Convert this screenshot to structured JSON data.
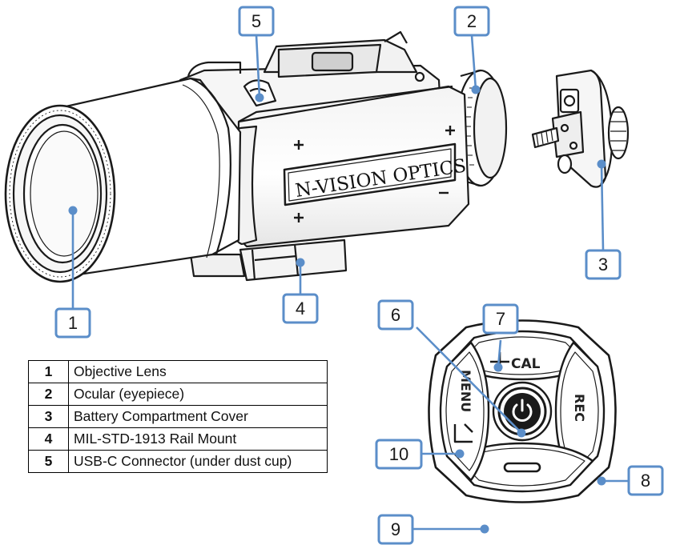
{
  "brand_label": "N-VISION OPTICS",
  "colors": {
    "callout": "#5b8ec9",
    "line_art": "#1a1a1a"
  },
  "callouts": [
    {
      "number": "1"
    },
    {
      "number": "2"
    },
    {
      "number": "3"
    },
    {
      "number": "4"
    },
    {
      "number": "5"
    },
    {
      "number": "6"
    },
    {
      "number": "7"
    },
    {
      "number": "8"
    },
    {
      "number": "9"
    },
    {
      "number": "10"
    }
  ],
  "keypad": {
    "cal_label": "CAL",
    "menu_label": "MENU",
    "rec_label": "REC"
  },
  "legend": [
    {
      "number": "1",
      "label": "Objective Lens"
    },
    {
      "number": "2",
      "label": "Ocular (eyepiece)"
    },
    {
      "number": "3",
      "label": "Battery Compartment Cover"
    },
    {
      "number": "4",
      "label": "MIL-STD-1913 Rail Mount"
    },
    {
      "number": "5",
      "label": "USB-C Connector (under dust cup)"
    }
  ]
}
